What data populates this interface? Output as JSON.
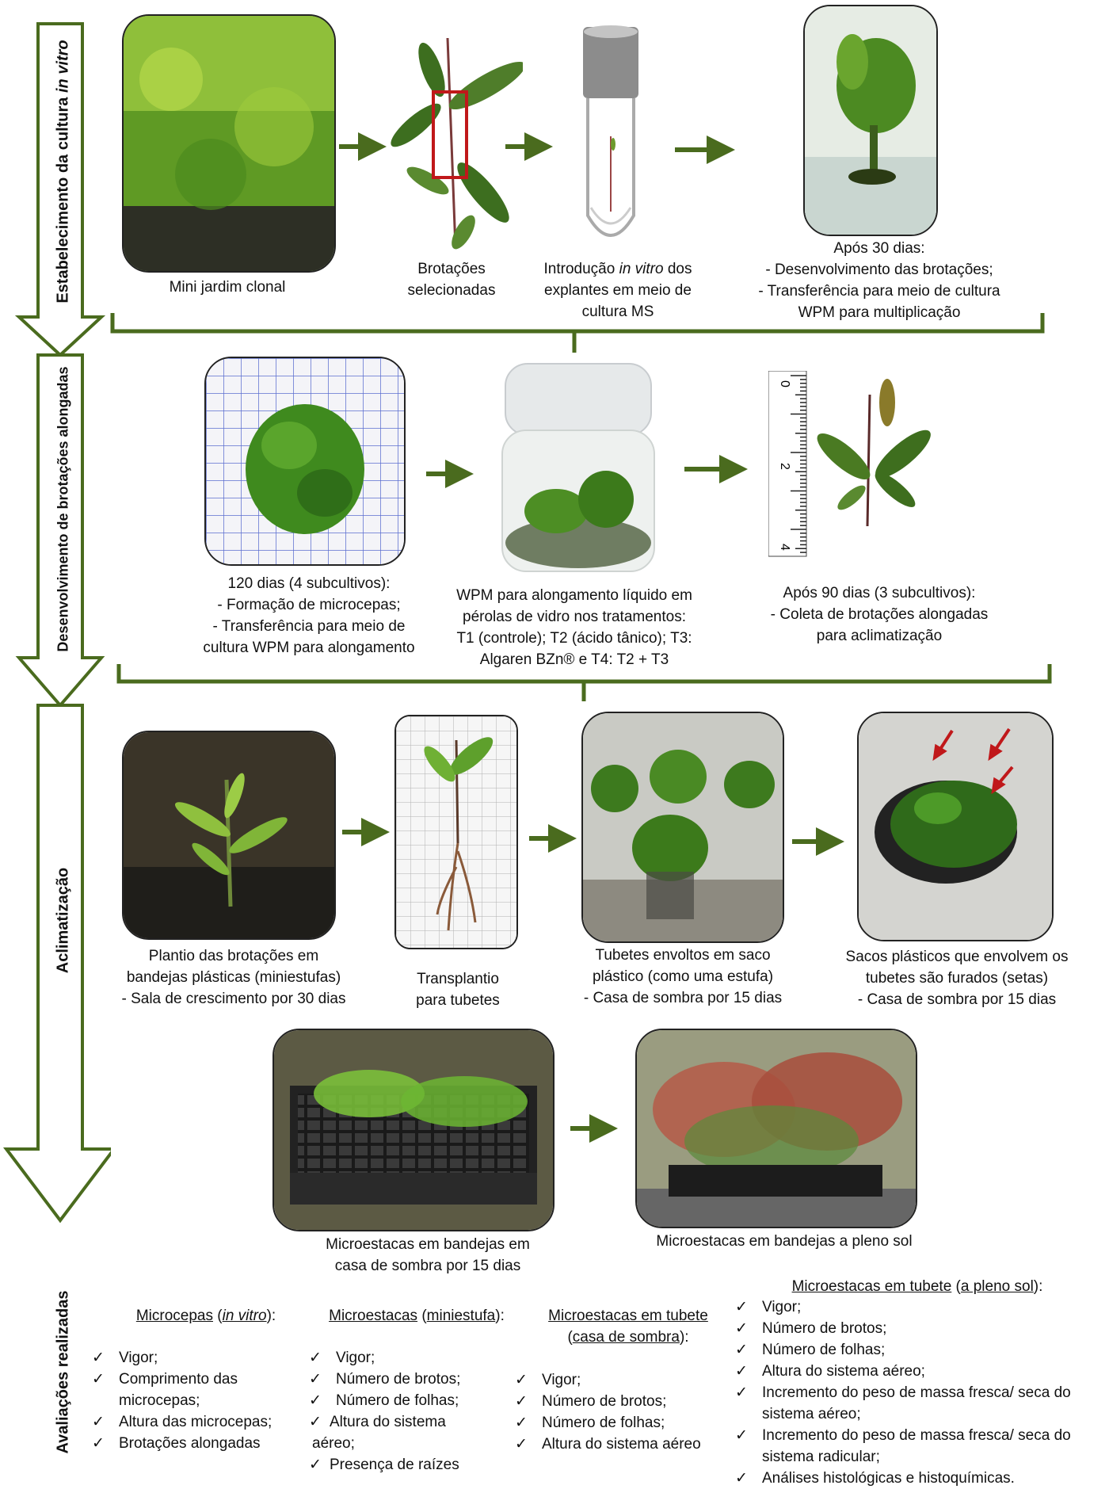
{
  "stages": {
    "s1": "Estabelecimento da cultura",
    "s1_italic": "in vitro",
    "s2": "Desenvolvimento de brotações alongadas",
    "s3": "Aclimatização",
    "s4": "Avaliações realizadas"
  },
  "row1": {
    "mini_jardim": "Mini jardim clonal",
    "brotacoes_1": "Brotações",
    "brotacoes_2": "selecionadas",
    "intro_1a": "Introdução ",
    "intro_1b": "in vitro",
    "intro_1c": " dos",
    "intro_2": "explantes em meio de",
    "intro_3": "cultura MS",
    "apos30_1": "Após 30 dias:",
    "apos30_2": "- Desenvolvimento das brotações;",
    "apos30_3": "- Transferência para meio de cultura",
    "apos30_4": "WPM para multiplicação"
  },
  "row2": {
    "c1_1": "120 dias (4 subcultivos):",
    "c1_2": "- Formação de microcepas;",
    "c1_3": "- Transferência para meio de",
    "c1_4": "cultura WPM para alongamento",
    "c2_1": "WPM para alongamento líquido em",
    "c2_2": "pérolas de vidro nos tratamentos:",
    "c2_3": "T1 (controle); T2 (ácido tânico); T3:",
    "c2_4": "Algaren BZn® e T4: T2 + T3",
    "c3_1": "Após 90 dias (3 subcultivos):",
    "c3_2": "- Coleta de brotações alongadas",
    "c3_3": "para aclimatização",
    "ruler": [
      "0",
      "2",
      "4"
    ]
  },
  "row3": {
    "c1_1": "Plantio das brotações em",
    "c1_2": "bandejas plásticas (miniestufas)",
    "c1_3": "- Sala de crescimento por 30 dias",
    "c2_1": "Transplantio",
    "c2_2": "para tubetes",
    "c3_1": "Tubetes envoltos em saco",
    "c3_2": "plástico (como uma estufa)",
    "c3_3": "- Casa de sombra por 15 dias",
    "c4_1": "Sacos plásticos que envolvem os",
    "c4_2": "tubetes são furados (setas)",
    "c4_3": "- Casa de sombra por 15 dias"
  },
  "row4": {
    "c1_1": "Microestacas em bandejas em",
    "c1_2": "casa de sombra por 15 dias",
    "c2_1": "Microestacas em bandejas a pleno sol"
  },
  "eval": {
    "h1a": "Microcepas",
    "h1b": "in vitro",
    "h2a": "Microestacas",
    "h2b": "miniestufa",
    "h3_1": "Microestacas em tubete",
    "h3_2": "casa de sombra",
    "h4a": "Microestacas em tubete",
    "h4b": "a pleno sol",
    "l1": [
      "Vigor;",
      "Comprimento das",
      "microcepas;",
      "Altura das microcepas;",
      "Brotações alongadas"
    ],
    "l2": [
      "Vigor;",
      "Número de brotos;",
      "Número de folhas;",
      "Altura do sistema",
      "aéreo;",
      "Presença de raízes"
    ],
    "l3": [
      "Vigor;",
      "Número de brotos;",
      "Número de folhas;",
      "Altura do sistema aéreo"
    ],
    "l4": [
      "Vigor;",
      "Número de brotos;",
      "Número de folhas;",
      "Altura do sistema aéreo;",
      "Incremento do peso de massa fresca/ seca do",
      "sistema aéreo;",
      "Incremento do peso de massa fresca/ seca do",
      "sistema radicular;",
      "Análises histológicas e histoquímicas."
    ],
    "check": "✓"
  },
  "colors": {
    "arrow_green": "#4a6b1e",
    "tube_red": "#c0181a"
  }
}
